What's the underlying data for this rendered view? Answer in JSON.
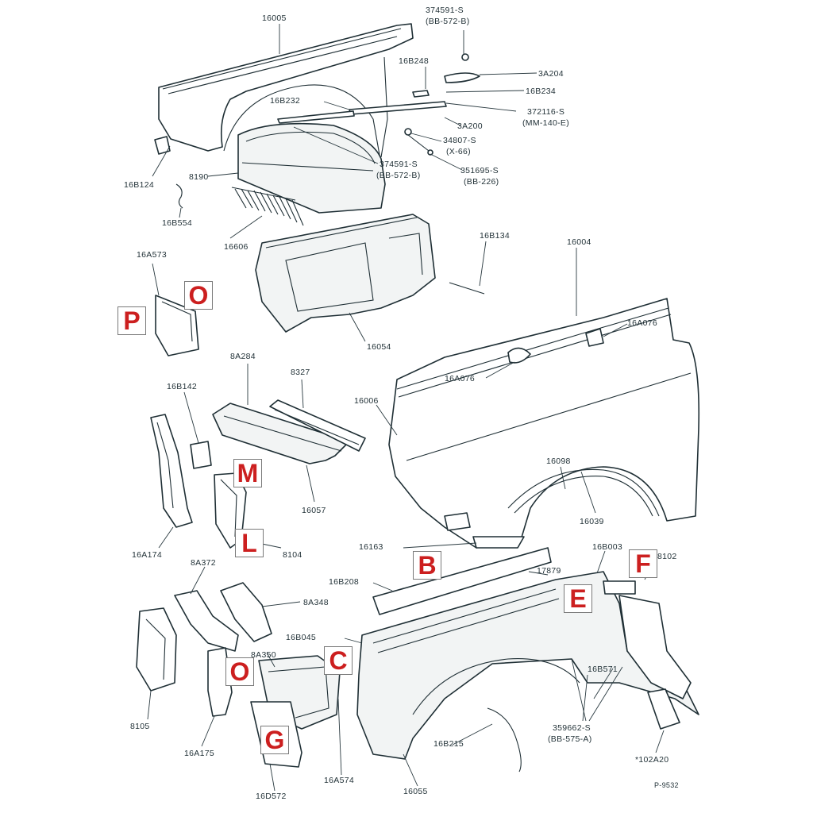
{
  "part_numbers": [
    {
      "id": "p_374591_top",
      "text": "374591-S"
    },
    {
      "id": "p_bb572b_top",
      "text": "(BB-572-B)"
    },
    {
      "id": "p_16005",
      "text": "16005"
    },
    {
      "id": "p_16b248",
      "text": "16B248"
    },
    {
      "id": "p_3a204",
      "text": "3A204"
    },
    {
      "id": "p_16b234",
      "text": "16B234"
    },
    {
      "id": "p_16b232",
      "text": "16B232"
    },
    {
      "id": "p_372116",
      "text": "372116-S"
    },
    {
      "id": "p_mm140e",
      "text": "(MM-140-E)"
    },
    {
      "id": "p_3a200",
      "text": "3A200"
    },
    {
      "id": "p_34807",
      "text": "34807-S"
    },
    {
      "id": "p_x66",
      "text": "(X-66)"
    },
    {
      "id": "p_374591_mid",
      "text": "374591-S"
    },
    {
      "id": "p_bb572b_mid",
      "text": "(BB-572-B)"
    },
    {
      "id": "p_351695",
      "text": "351695-S"
    },
    {
      "id": "p_bb226",
      "text": "(BB-226)"
    },
    {
      "id": "p_8190",
      "text": "8190"
    },
    {
      "id": "p_16b124",
      "text": "16B124"
    },
    {
      "id": "p_16b554",
      "text": "16B554"
    },
    {
      "id": "p_16606",
      "text": "16606"
    },
    {
      "id": "p_16a573",
      "text": "16A573"
    },
    {
      "id": "p_16b134",
      "text": "16B134"
    },
    {
      "id": "p_16004",
      "text": "16004"
    },
    {
      "id": "p_16a076_r",
      "text": "16A076"
    },
    {
      "id": "p_16054",
      "text": "16054"
    },
    {
      "id": "p_16a076_l",
      "text": "16A076"
    },
    {
      "id": "p_8a284",
      "text": "8A284"
    },
    {
      "id": "p_8327",
      "text": "8327"
    },
    {
      "id": "p_16b142",
      "text": "16B142"
    },
    {
      "id": "p_16006",
      "text": "16006"
    },
    {
      "id": "p_16098",
      "text": "16098"
    },
    {
      "id": "p_16057",
      "text": "16057"
    },
    {
      "id": "p_16039",
      "text": "16039"
    },
    {
      "id": "p_16a174",
      "text": "16A174"
    },
    {
      "id": "p_8104",
      "text": "8104"
    },
    {
      "id": "p_16163",
      "text": "16163"
    },
    {
      "id": "p_16b003",
      "text": "16B003"
    },
    {
      "id": "p_8a372",
      "text": "8A372"
    },
    {
      "id": "p_8102",
      "text": "8102"
    },
    {
      "id": "p_17879",
      "text": "17879"
    },
    {
      "id": "p_16b208",
      "text": "16B208"
    },
    {
      "id": "p_8a348",
      "text": "8A348"
    },
    {
      "id": "p_16b045",
      "text": "16B045"
    },
    {
      "id": "p_8a350",
      "text": "8A350"
    },
    {
      "id": "p_16b571",
      "text": "16B571"
    },
    {
      "id": "p_8105",
      "text": "8105"
    },
    {
      "id": "p_359662",
      "text": "359662-S"
    },
    {
      "id": "p_bb575a",
      "text": "(BB-575-A)"
    },
    {
      "id": "p_16b215",
      "text": "16B215"
    },
    {
      "id": "p_16a175",
      "text": "16A175"
    },
    {
      "id": "p_16a574",
      "text": "16A574"
    },
    {
      "id": "p_102a20",
      "text": "*102A20"
    },
    {
      "id": "p_16055",
      "text": "16055"
    },
    {
      "id": "p_16d572",
      "text": "16D572"
    },
    {
      "id": "p_ref",
      "text": "P-9532"
    }
  ],
  "badges": [
    {
      "id": "b_O_top",
      "letter": "O"
    },
    {
      "id": "b_P",
      "letter": "P"
    },
    {
      "id": "b_M",
      "letter": "M"
    },
    {
      "id": "b_L",
      "letter": "L"
    },
    {
      "id": "b_B",
      "letter": "B"
    },
    {
      "id": "b_F",
      "letter": "F"
    },
    {
      "id": "b_E",
      "letter": "E"
    },
    {
      "id": "b_C",
      "letter": "C"
    },
    {
      "id": "b_O_bottom",
      "letter": "O"
    },
    {
      "id": "b_G",
      "letter": "G"
    }
  ],
  "colors": {
    "badge_letter": "#cc1f1f",
    "line_art": "#1f2f35",
    "background": "#ffffff"
  }
}
